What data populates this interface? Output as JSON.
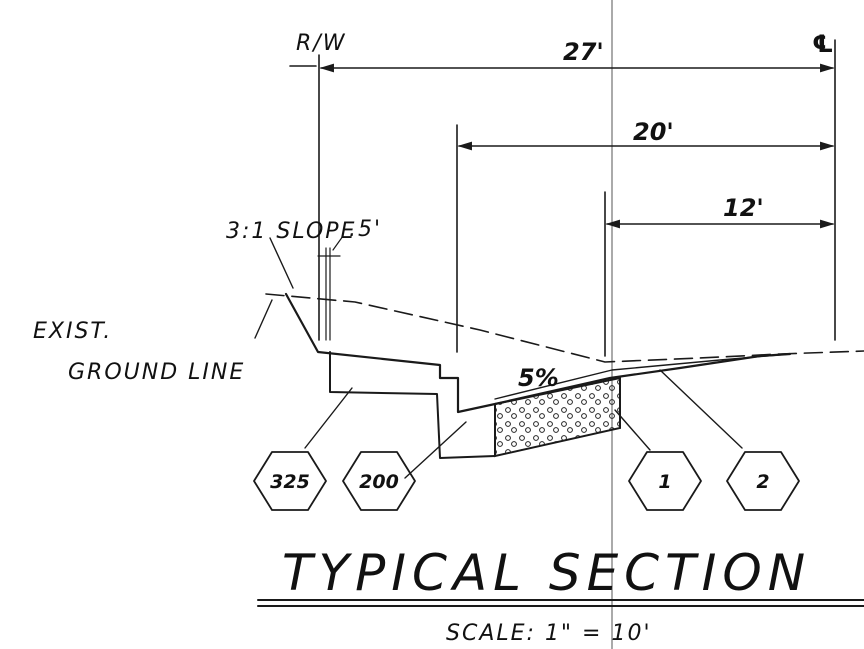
{
  "labels": {
    "rw": "R/W",
    "centerline": "℄",
    "slope": "3:1 SLOPE",
    "offset": ".5'",
    "exist": "EXIST.",
    "ground_line": "GROUND LINE",
    "grade": "5%"
  },
  "dimensions": {
    "d27": "27'",
    "d20": "20'",
    "d12": "12'"
  },
  "callouts": {
    "c325": "325",
    "c200": "200",
    "c1": "1",
    "c2": "2"
  },
  "title": {
    "main": "TYPICAL SECTION",
    "scale": "SCALE: 1\" = 10'"
  }
}
